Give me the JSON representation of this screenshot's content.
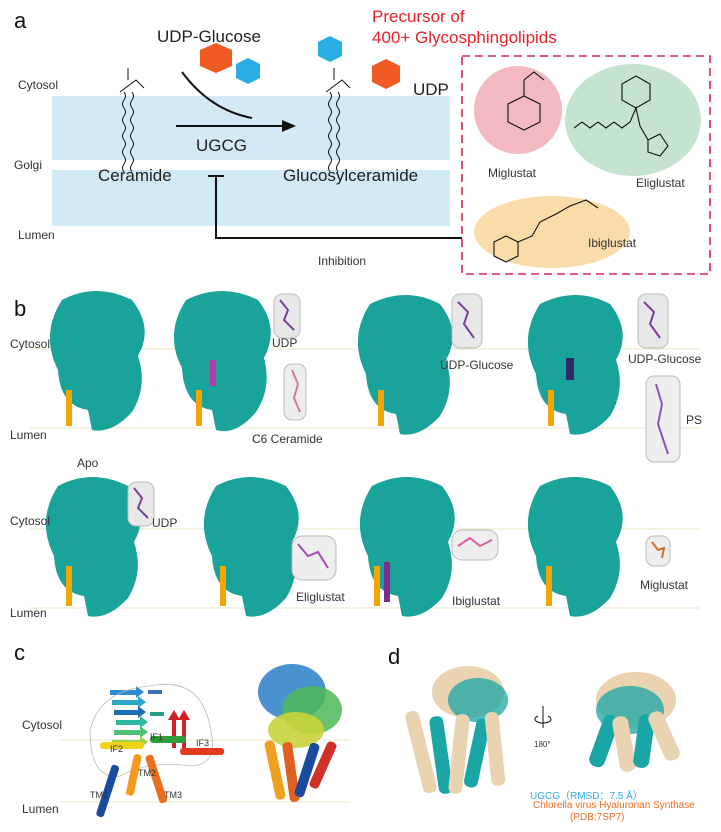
{
  "panel_a": {
    "letter": "a",
    "cytosol": "Cytosol",
    "golgi": "Golgi",
    "lumen": "Lumen",
    "udp_glucose": "UDP-Glucose",
    "ugcg": "UGCG",
    "ceramide": "Ceramide",
    "glucosylceramide": "Glucosylceramide",
    "precursor_line1": "Precursor of",
    "precursor_line2": "400+ Glycosphingolipids",
    "udp": "UDP",
    "inhibition": "Inhibition",
    "inhibitors": [
      "Miglustat",
      "Eliglustat",
      "Ibiglustat"
    ],
    "colors": {
      "membrane": "#d2e9f6",
      "hexagon_orange": "#f05a23",
      "hexagon_blue": "#29aee3",
      "dash_box": "#d8245b",
      "miglustat_bg": "#f2b9c1",
      "eliglustat_bg": "#c4e4cf",
      "ibiglustat_bg": "#f9dca7",
      "precursor_text": "#e8202a"
    }
  },
  "panel_b": {
    "letter": "b",
    "cytosol": "Cytosol",
    "lumen": "Lumen",
    "row1_labels": [
      "UDP",
      "C6 Ceramide",
      "UDP-Glucose",
      "UDP-Glucose",
      "PS"
    ],
    "apo": "Apo",
    "row2_labels": [
      "UDP",
      "Eliglustat",
      "Ibiglustat",
      "Miglustat"
    ],
    "colors": {
      "density": "#1aa39a",
      "tm_helix": "#f5a500",
      "ligand": "#7b3f9b"
    }
  },
  "panel_c": {
    "letter": "c",
    "cytosol": "Cytosol",
    "lumen": "Lumen",
    "helices": [
      "IF1",
      "IF2",
      "IF3",
      "TM1",
      "TM2",
      "TM3"
    ]
  },
  "panel_d": {
    "letter": "d",
    "rotation": "180°",
    "legend_ugcg": "UGCG（RMSD：7.5 Å）",
    "legend_synthase_line1": "Chlorella virus Hyaluronan Synthase",
    "legend_synthase_line2": "(PDB:7SP7)",
    "colors": {
      "ugcg": "#2aa9df",
      "synthase": "#ef6b1f",
      "teal": "#1aa6a6",
      "beige": "#e9d3b0"
    }
  }
}
